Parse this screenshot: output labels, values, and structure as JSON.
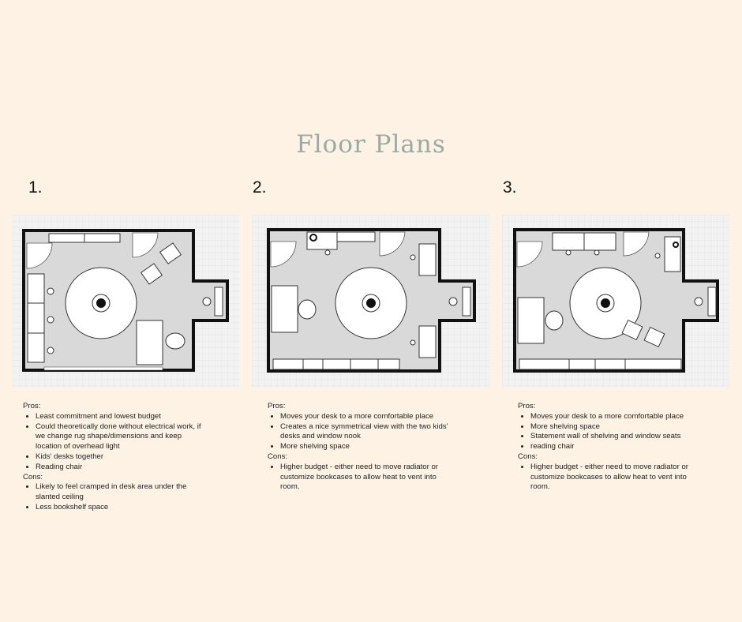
{
  "title": "Floor Plans",
  "plans": [
    {
      "number": "1.",
      "pros_label": "Pros:",
      "pros": [
        "Least commitment and lowest budget",
        "Could theoretically done without electrical work, if we change rug shape/dimensions and keep location of overhead light",
        "Kids' desks together",
        "Reading chair"
      ],
      "cons_label": "Cons:",
      "cons": [
        "Likely to feel cramped in desk area under the slanted ceiling",
        "Less bookshelf space"
      ]
    },
    {
      "number": "2.",
      "pros_label": "Pros:",
      "pros": [
        "Moves your desk to a more comfortable place",
        "Creates a nice symmetrical view with the two kids' desks and window nook",
        "More shelving space"
      ],
      "cons_label": "Cons:",
      "cons": [
        "Higher budget - either need to move radiator or customize bookcases to allow heat to vent into room."
      ]
    },
    {
      "number": "3.",
      "pros_label": "Pros:",
      "pros": [
        "Moves your desk to a more comfortable place",
        "More shelving space",
        "Statement wall of shelving and window seats",
        "reading chair"
      ],
      "cons_label": "Cons:",
      "cons": [
        "Higher budget - either need to move radiator or customize bookcases to allow heat to vent into room."
      ]
    }
  ]
}
